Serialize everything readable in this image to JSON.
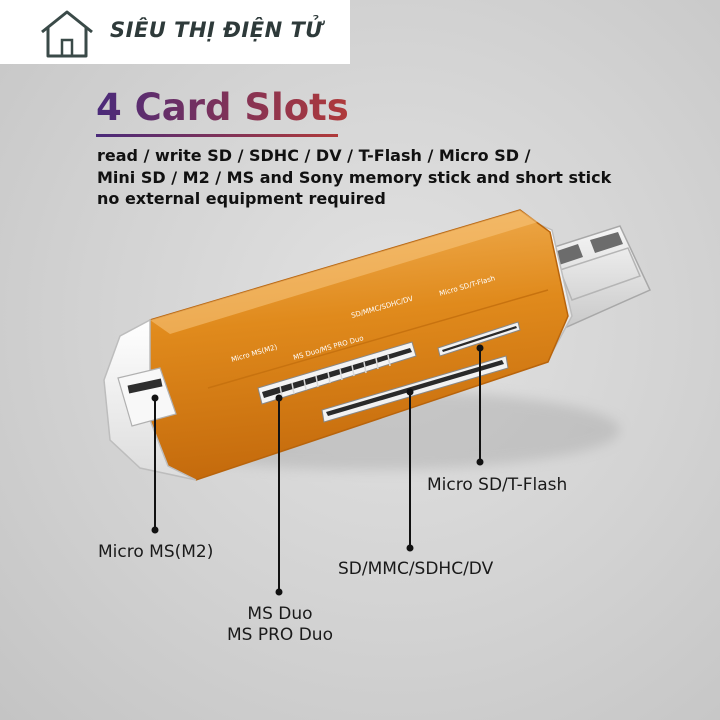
{
  "brand": {
    "name": "SIÊU THỊ ĐIỆN TỬ",
    "icon": "house-icon"
  },
  "heading": "4 Card Slots",
  "description": [
    "read / write SD / SDHC / DV / T-Flash / Micro SD /",
    "Mini SD / M2 / MS and Sony memory stick and short stick",
    "no external equipment required"
  ],
  "reader_markings": {
    "sd_mmc": "SD/MMC/SDHC/DV",
    "micro_sd": "Micro SD/T-Flash",
    "micro_ms": "Micro MS(M2)",
    "ms_duo": "MS Duo/MS PRO Duo"
  },
  "labels": {
    "micro_sd": "Micro SD/T-Flash",
    "sd": "SD/MMC/SDHC/DV",
    "micro_ms": "Micro MS(M2)",
    "ms_duo_line1": "MS Duo",
    "ms_duo_line2": "MS PRO Duo"
  },
  "colors": {
    "body": "#e08a1c",
    "caps": "#f4f4f4",
    "background": "#d2d2d2"
  }
}
